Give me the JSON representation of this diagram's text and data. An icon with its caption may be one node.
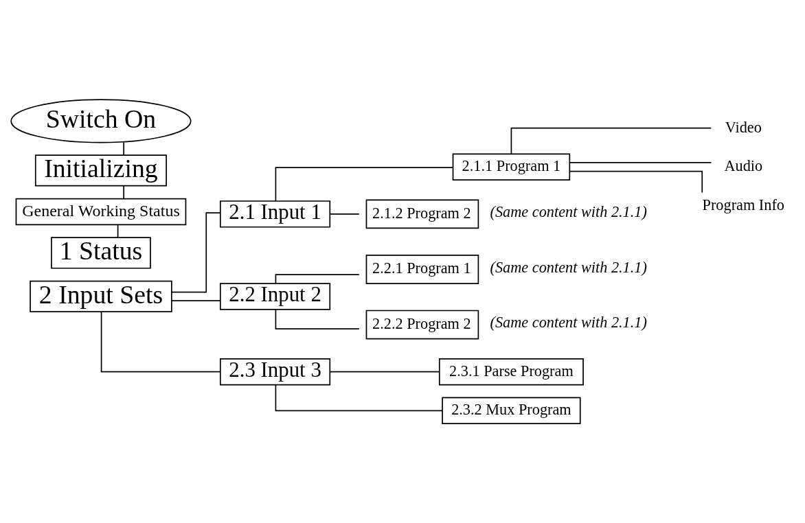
{
  "diagram": {
    "nodes": [
      {
        "text": [
          "Switch On"
        ]
      },
      {
        "text": [
          "Initializing"
        ]
      },
      {
        "text": [
          "General Working Status"
        ]
      },
      {
        "text": [
          "1 Status"
        ]
      },
      {
        "text": [
          "2 Input Sets"
        ]
      },
      {
        "text": [
          "2.1 Input 1"
        ]
      },
      {
        "text": [
          "2.1.1 Program 1"
        ]
      },
      {
        "text": [
          "Video"
        ]
      },
      {
        "text": [
          "Audio"
        ]
      },
      {
        "text": [
          "Program Info"
        ]
      },
      {
        "text": [
          "2.1.2 Program 2"
        ],
        "beside": [
          "(Same content with 2.1.1)"
        ]
      },
      {
        "text": [
          "2.2 Input 2"
        ]
      },
      {
        "text": [
          "2.2.1 Program 1"
        ],
        "beside": [
          "(Same content with 2.1.1)"
        ]
      },
      {
        "text": [
          "2.2.2 Program 2"
        ],
        "beside": [
          "(Same content with 2.1.1)"
        ]
      },
      {
        "text": [
          "2.3 Input 3"
        ]
      },
      {
        "text": [
          "2.3.1 Parse Program"
        ]
      },
      {
        "text": [
          "2.3.2 Mux Program"
        ]
      }
    ],
    "edges": [
      {
        "from": 0,
        "to": 1,
        "arrow": "none"
      },
      {
        "from": 1,
        "to": 2,
        "arrow": "none"
      },
      {
        "from": 2,
        "to": 3,
        "arrow": "none"
      },
      {
        "from": 4,
        "to": 5,
        "arrow": "none"
      },
      {
        "from": 4,
        "to": 11,
        "arrow": "none"
      },
      {
        "from": 4,
        "to": 14,
        "arrow": "none"
      },
      {
        "from": 5,
        "to": 6,
        "arrow": "none"
      },
      {
        "from": 5,
        "to": 10,
        "arrow": "none"
      },
      {
        "from": 6,
        "to": 7,
        "arrow": "none"
      },
      {
        "from": 6,
        "to": 8,
        "arrow": "none"
      },
      {
        "from": 6,
        "to": 9,
        "arrow": "none"
      },
      {
        "from": 11,
        "to": 12,
        "arrow": "none"
      },
      {
        "from": 11,
        "to": 13,
        "arrow": "none"
      },
      {
        "from": 14,
        "to": 15,
        "arrow": "none"
      },
      {
        "from": 14,
        "to": 16,
        "arrow": "none"
      }
    ]
  }
}
